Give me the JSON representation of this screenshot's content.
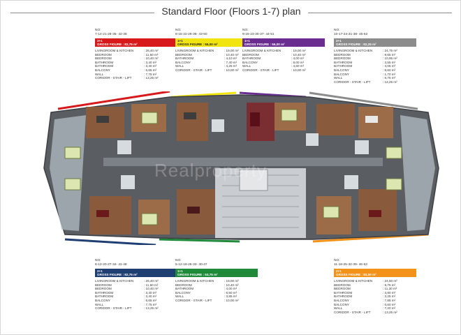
{
  "title": "Standard Floor (Floors 1-7) plan",
  "watermark": "Realproperty",
  "cards_top": [
    {
      "no_label": "NO:",
      "apartments": "7-14-21-28-35- 42-49",
      "type": "2+1",
      "gross": "GROSS FIGURE : 82,75 m²",
      "color": "#d7191c",
      "rows": [
        {
          "label": "LIVINGROOM & KITCHEN",
          "value": ": 26,40 m²"
        },
        {
          "label": "BEDROOM",
          "value": ": 11,50 m²"
        },
        {
          "label": "BEDROOM",
          "value": ": 10,40 m²"
        },
        {
          "label": "BATHROOM",
          "value": ": 3,40 m²"
        },
        {
          "label": "BATHROOM",
          "value": ": 3,40 m²"
        },
        {
          "label": "BALCONY",
          "value": ": 6,65 m²"
        },
        {
          "label": "WALL",
          "value": ": 7,75 m²"
        },
        {
          "label": "CORIDOR - STAIR - LIFT",
          "value": ": 13,25 m²"
        }
      ]
    },
    {
      "no_label": "NO:",
      "apartments": "8-15-22-29-36- 43-50",
      "type": "1+1",
      "gross": "GROSS FIGURE : 55,00 m²",
      "color": "#f1e40f",
      "rows": [
        {
          "label": "LIVINGROOM & KITCHEN",
          "value": ": 19,00 m²"
        },
        {
          "label": "BEDROOM",
          "value": ": 10,40 m²"
        },
        {
          "label": "BATHROOM",
          "value": ": 4,10 m²"
        },
        {
          "label": "BALCONY",
          "value": ": 7,40 m²"
        },
        {
          "label": "WALL",
          "value": ": 4,25 m²"
        },
        {
          "label": "CORIDOR - STAIR - LIFT",
          "value": ": 10,00 m²"
        }
      ]
    },
    {
      "no_label": "NO:",
      "apartments": "9-16-23-30-37- 44-51",
      "type": "1+1",
      "gross": "GROSS FIGURE : 56,00 m²",
      "color": "#6a2c8f",
      "rows": [
        {
          "label": "LIVINGROOM & KITCHEN",
          "value": ": 19,00 m²"
        },
        {
          "label": "BEDROOM",
          "value": ": 10,40 m²"
        },
        {
          "label": "BATHROOM",
          "value": ": 4,00 m²"
        },
        {
          "label": "BALCONY",
          "value": ": 8,00 m²"
        },
        {
          "label": "WALL",
          "value": ": 4,60 m²"
        },
        {
          "label": "CORIDOR - STAIR - LIFT",
          "value": ": 10,00 m²"
        }
      ]
    },
    {
      "no_label": "NO:",
      "apartments": "10-17-24-31-38- 45-52",
      "type": "2+1",
      "gross": "GROSS FIGURE : 82,25 m²",
      "color": "#8c8c8c",
      "rows": [
        {
          "label": "LIVINGROOM & KITCHEN",
          "value": ": 24,75 m²"
        },
        {
          "label": "BEDROOM",
          "value": ": 9,65 m²"
        },
        {
          "label": "BEDROOM",
          "value": ": 10,95 m²"
        },
        {
          "label": "BATHROOM",
          "value": ": 3,55 m²"
        },
        {
          "label": "BATHROOM",
          "value": ": 3,05 m²"
        },
        {
          "label": "BALCONY",
          "value": ": 8,60 m²"
        },
        {
          "label": "BALCONY",
          "value": ": 1,70 m²"
        },
        {
          "label": "WALL",
          "value": ": 6,75 m²"
        },
        {
          "label": "CORIDOR - STAIR - LIFT",
          "value": ": 13,25 m²"
        }
      ]
    }
  ],
  "cards_bottom": [
    {
      "no_label": "NO:",
      "apartments": "6-13-20-27-34- 41-48",
      "type": "2+1",
      "gross": "GROSS FIGURE : 82,75 m²",
      "color": "#1f3f73",
      "rows": [
        {
          "label": "LIVINGROOM & KITCHEN",
          "value": ": 26,40 m²"
        },
        {
          "label": "BEDROOM",
          "value": ": 11,50 m²"
        },
        {
          "label": "BEDROOM",
          "value": ": 10,40 m²"
        },
        {
          "label": "BATHROOM",
          "value": ": 3,40 m²"
        },
        {
          "label": "BATHROOM",
          "value": ": 3,40 m²"
        },
        {
          "label": "BALCONY",
          "value": ": 6,65 m²"
        },
        {
          "label": "WALL",
          "value": ": 7,75 m²"
        },
        {
          "label": "CORIDOR - STAIR - LIFT",
          "value": ": 13,25 m²"
        }
      ]
    },
    {
      "no_label": "NO:",
      "apartments": "5-12-19-26-33- 40-47",
      "type": "1+1",
      "gross": "GROSS FIGURE : 53,75 m²",
      "color": "#1e8a3a",
      "rows": [
        {
          "label": "LIVINGROOM & KITCHEN",
          "value": ": 19,00 m²"
        },
        {
          "label": "BEDROOM",
          "value": ": 10,40 m²"
        },
        {
          "label": "BATHROOM",
          "value": ": 4,00 m²"
        },
        {
          "label": "BALCONY",
          "value": ": 6,50 m²"
        },
        {
          "label": "WALL",
          "value": ": 3,85 m²"
        },
        {
          "label": "CORIDOR - STAIR - LIFT",
          "value": ": 10,00 m²"
        }
      ]
    },
    {
      "no_label": "NO:",
      "apartments": "11-18-25-32-39- 46-53",
      "type": "2+1",
      "gross": "GROSS FIGURE : 83,50 m²",
      "color": "#f39219",
      "rows": [
        {
          "label": "LIVINGROOM & KITCHEN",
          "value": ": 24,50 m²"
        },
        {
          "label": "BEDROOM",
          "value": ": 9,75 m²"
        },
        {
          "label": "BEDROOM",
          "value": ": 11,30 m²"
        },
        {
          "label": "BATHROOM",
          "value": ": 3,80 m²"
        },
        {
          "label": "BATHROOM",
          "value": ": 3,25 m²"
        },
        {
          "label": "BALCONY",
          "value": ": 7,85 m²"
        },
        {
          "label": "BALCONY",
          "value": ": 0,60 m²"
        },
        {
          "label": "WALL",
          "value": ": 7,20 m²"
        },
        {
          "label": "CORIDOR - STAIR - LIFT",
          "value": ": 13,25 m²"
        }
      ]
    }
  ]
}
